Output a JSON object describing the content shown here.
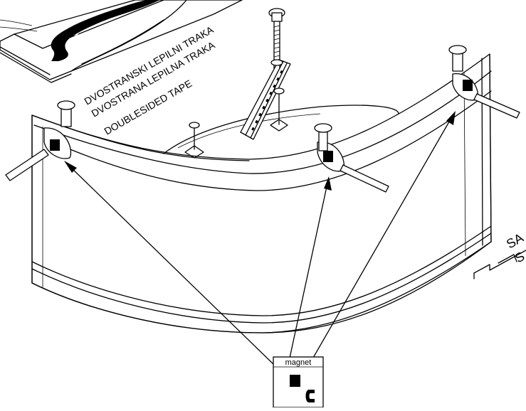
{
  "tape_labels": {
    "line1": "DVOSTRANSKI LEPILNI TRAKA",
    "line2": "DVOSTRANA LEPILNA TRAKA",
    "line3": "DOUBLESIDED TAPE"
  },
  "side_label": {
    "line1": "SA",
    "line2": "S"
  },
  "magnet_box": {
    "label": "magnet"
  },
  "icons": [
    "magnet-icon",
    "magnetic-plate-icon",
    "arrow-icon",
    "leveling-foot-icon",
    "support-rail-icon",
    "bracket-icon",
    "screw-icon"
  ]
}
